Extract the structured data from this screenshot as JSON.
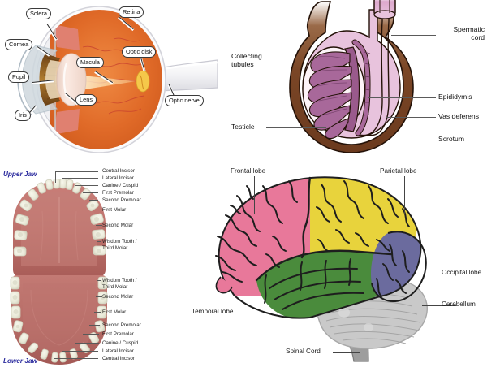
{
  "figure": {
    "title": "Human anatomy diagram collage",
    "panels": [
      "eye-cross-section",
      "testicle-cross-section",
      "dental-arches",
      "brain-lateral"
    ]
  },
  "eye": {
    "name": "Eye cross-section",
    "labels": [
      {
        "id": "sclera",
        "text": "Sclera"
      },
      {
        "id": "cornea",
        "text": "Cornea"
      },
      {
        "id": "pupil",
        "text": "Pupil"
      },
      {
        "id": "iris",
        "text": "Iris"
      },
      {
        "id": "lens",
        "text": "Lens"
      },
      {
        "id": "macula",
        "text": "Macula"
      },
      {
        "id": "retina",
        "text": "Retina"
      },
      {
        "id": "optic-disk",
        "text": "Optic disk"
      },
      {
        "id": "optic-nerve",
        "text": "Optic nerve"
      }
    ],
    "colors": {
      "sclera": "#f2f2f4",
      "vitreous": "#e06a28",
      "choroid": "#c0392b",
      "retina_yellow": "#f2c20a",
      "iris": "#8a5a22",
      "lens": "#f4ddd4",
      "cornea": "#b9c6cf",
      "muscle": "#e08070"
    }
  },
  "testicle": {
    "name": "Testicle cross-section",
    "labels": [
      {
        "id": "collecting-tubules",
        "text": "Collecting\ntubules",
        "line1": "Collecting",
        "line2": "tubules"
      },
      {
        "id": "testicle",
        "text": "Testicle"
      },
      {
        "id": "spermatic-cord",
        "text": "Spermatic\ncord",
        "line1": "Spermatic",
        "line2": "cord"
      },
      {
        "id": "epididymis",
        "text": "Epididymis"
      },
      {
        "id": "vas-deferens",
        "text": "Vas deferens"
      },
      {
        "id": "scrotum",
        "text": "Scrotum"
      }
    ],
    "colors": {
      "scrotum": "#7a4626",
      "tunica": "#e8c3dd",
      "tubules": "#a8689a",
      "inner": "#fdf4f8",
      "outline": "#241208"
    }
  },
  "teeth": {
    "name": "Dental arches",
    "upper_jaw_label": "Upper Jaw",
    "lower_jaw_label": "Lower Jaw",
    "upper_labels": [
      "Central Incisor",
      "Lateral Incisor",
      "Canine / Cuspid",
      "First Premolar",
      "Second Premolar",
      "First Molar",
      "Second Molar",
      "Wisdom Tooth /",
      "Third Molar"
    ],
    "lower_labels": [
      "Wisdom Tooth /",
      "Third Molar",
      "Second Molar",
      "First Molar",
      "Second Premolar",
      "First Premolar",
      "Canine / Cuspid",
      "Lateral Incisor",
      "Central Incisor"
    ],
    "colors": {
      "gum": "#c0746f",
      "gum_dark": "#a85a57",
      "tooth": "#eeeedf",
      "tooth_edge": "#cfcfbc"
    }
  },
  "brain": {
    "name": "Brain lateral view",
    "labels": [
      {
        "id": "frontal-lobe",
        "text": "Frontal lobe",
        "color": "#e8789a"
      },
      {
        "id": "parietal-lobe",
        "text": "Parietal lobe",
        "color": "#e8d33c"
      },
      {
        "id": "occipital-lobe",
        "text": "Occipital lobe",
        "color": "#6b6b9e"
      },
      {
        "id": "temporal-lobe",
        "text": "Temporal lobe",
        "color": "#4a8b3c"
      },
      {
        "id": "cerebellum",
        "text": "Cerebellum",
        "color": "#c5c5c5"
      },
      {
        "id": "spinal-cord",
        "text": "Spinal Cord",
        "color": "#9a9a9a"
      }
    ],
    "colors": {
      "frontal": "#e8789a",
      "parietal": "#e8d33c",
      "temporal": "#4a8b3c",
      "occipital": "#6b6b9e",
      "cerebellum": "#c9c9c9",
      "brainstem": "#9d9d9d",
      "sulci": "#1e1e1e"
    }
  }
}
